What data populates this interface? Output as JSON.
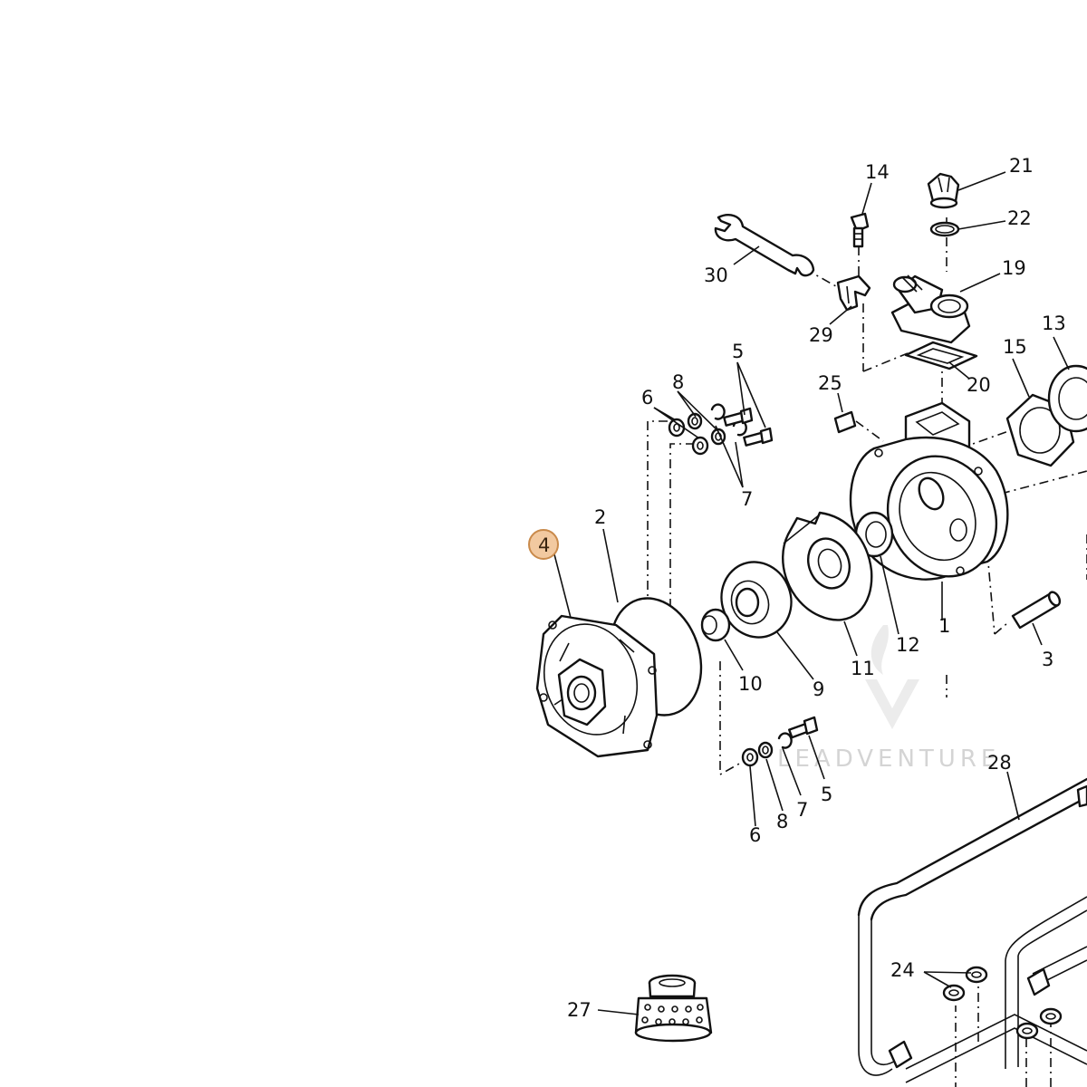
{
  "diagram": {
    "highlight_color": "#f2c9a0",
    "highlight_stroke": "#c98a4b",
    "highlighted_part": "4",
    "callouts": {
      "c1": "1",
      "c2": "2",
      "c3": "3",
      "c4": "4",
      "c5a": "5",
      "c5b": "5",
      "c6a": "6",
      "c6b": "6",
      "c7a": "7",
      "c7b": "7",
      "c8a": "8",
      "c8b": "8",
      "c9": "9",
      "c10": "10",
      "c11": "11",
      "c12": "12",
      "c13": "13",
      "c14": "14",
      "c15": "15",
      "c19": "19",
      "c20": "20",
      "c21": "21",
      "c22": "22",
      "c24": "24",
      "c25": "25",
      "c27": "27",
      "c28": "28",
      "c29": "29",
      "c30": "30"
    },
    "watermark": {
      "text": "LEADVENTURE"
    }
  }
}
